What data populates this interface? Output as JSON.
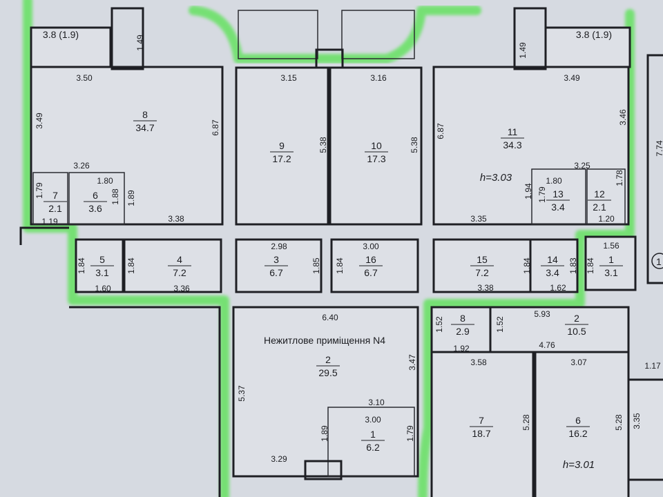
{
  "balconies": [
    "3.8 (1.9)",
    "3.8 (1.9)"
  ],
  "ceiling_heights": [
    "h=3.03",
    "h=3.01"
  ],
  "premises_title": "Нежитлове приміщення N4",
  "edge_marker": "1",
  "rooms": [
    {
      "number": "8",
      "area": "34.7"
    },
    {
      "number": "7",
      "area": "2.1"
    },
    {
      "number": "6",
      "area": "3.6"
    },
    {
      "number": "5",
      "area": "3.1"
    },
    {
      "number": "4",
      "area": "7.2"
    },
    {
      "number": "9",
      "area": "17.2"
    },
    {
      "number": "10",
      "area": "17.3"
    },
    {
      "number": "3",
      "area": "6.7"
    },
    {
      "number": "16",
      "area": "6.7"
    },
    {
      "number": "11",
      "area": "34.3"
    },
    {
      "number": "13",
      "area": "3.4"
    },
    {
      "number": "12",
      "area": "2.1"
    },
    {
      "number": "15",
      "area": "7.2"
    },
    {
      "number": "14",
      "area": "3.4"
    },
    {
      "number": "1",
      "area": "3.1"
    },
    {
      "number": "2",
      "area": "29.5"
    },
    {
      "number": "1",
      "area": "6.2"
    },
    {
      "number": "8",
      "area": "2.9"
    },
    {
      "number": "2",
      "area": "10.5"
    },
    {
      "number": "7",
      "area": "18.7"
    },
    {
      "number": "6",
      "area": "16.2"
    }
  ],
  "dimensions": [
    "3.50",
    "1.49",
    "3.49",
    "6.87",
    "3.26",
    "1.80",
    "1.79",
    "1.88",
    "1.89",
    "1.19",
    "3.38",
    "1.84",
    "1.84",
    "1.60",
    "3.36",
    "3.15",
    "3.16",
    "5.38",
    "5.38",
    "2.98",
    "1.85",
    "3.00",
    "1.84",
    "1.49",
    "3.49",
    "6.87",
    "3.46",
    "3.25",
    "1.94",
    "1.79",
    "1.80",
    "1.78",
    "3.35",
    "1.20",
    "1.84",
    "1.83",
    "3.38",
    "1.62",
    "1.56",
    "1.84",
    "6.40",
    "5.37",
    "3.47",
    "3.10",
    "3.00",
    "1.89",
    "1.79",
    "3.29",
    "1.52",
    "1.52",
    "1.92",
    "5.93",
    "4.76",
    "3.58",
    "3.07",
    "5.28",
    "5.28",
    "3.35",
    "1.17",
    "7.74"
  ],
  "colors": {
    "highlight": "#5fe25a",
    "paper": "#d6dae1",
    "wall": "#1e1f24"
  }
}
